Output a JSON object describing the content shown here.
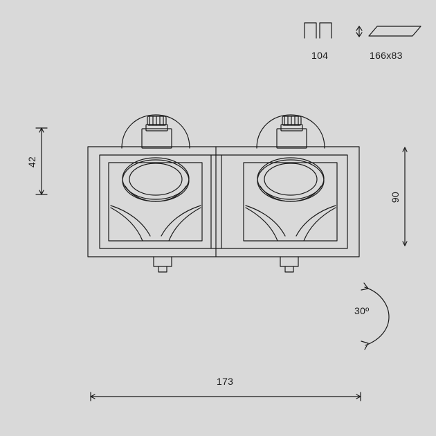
{
  "diagram": {
    "type": "technical-drawing",
    "subject": "recessed double square downlight — front view with dimensions",
    "background_color": "#d9d9d9",
    "line_color": "#1a1a1a",
    "annotations": {
      "cutout_depth": "104",
      "cutout_size": "166x83",
      "height": "42",
      "depth": "90",
      "tilt_angle": "30º",
      "width": "173"
    },
    "icons": {
      "depth_profile": "step-profile-icon",
      "cutout_rect": "cutout-parallelogram-icon",
      "tilt_arc": "tilt-arrow-icon"
    }
  }
}
